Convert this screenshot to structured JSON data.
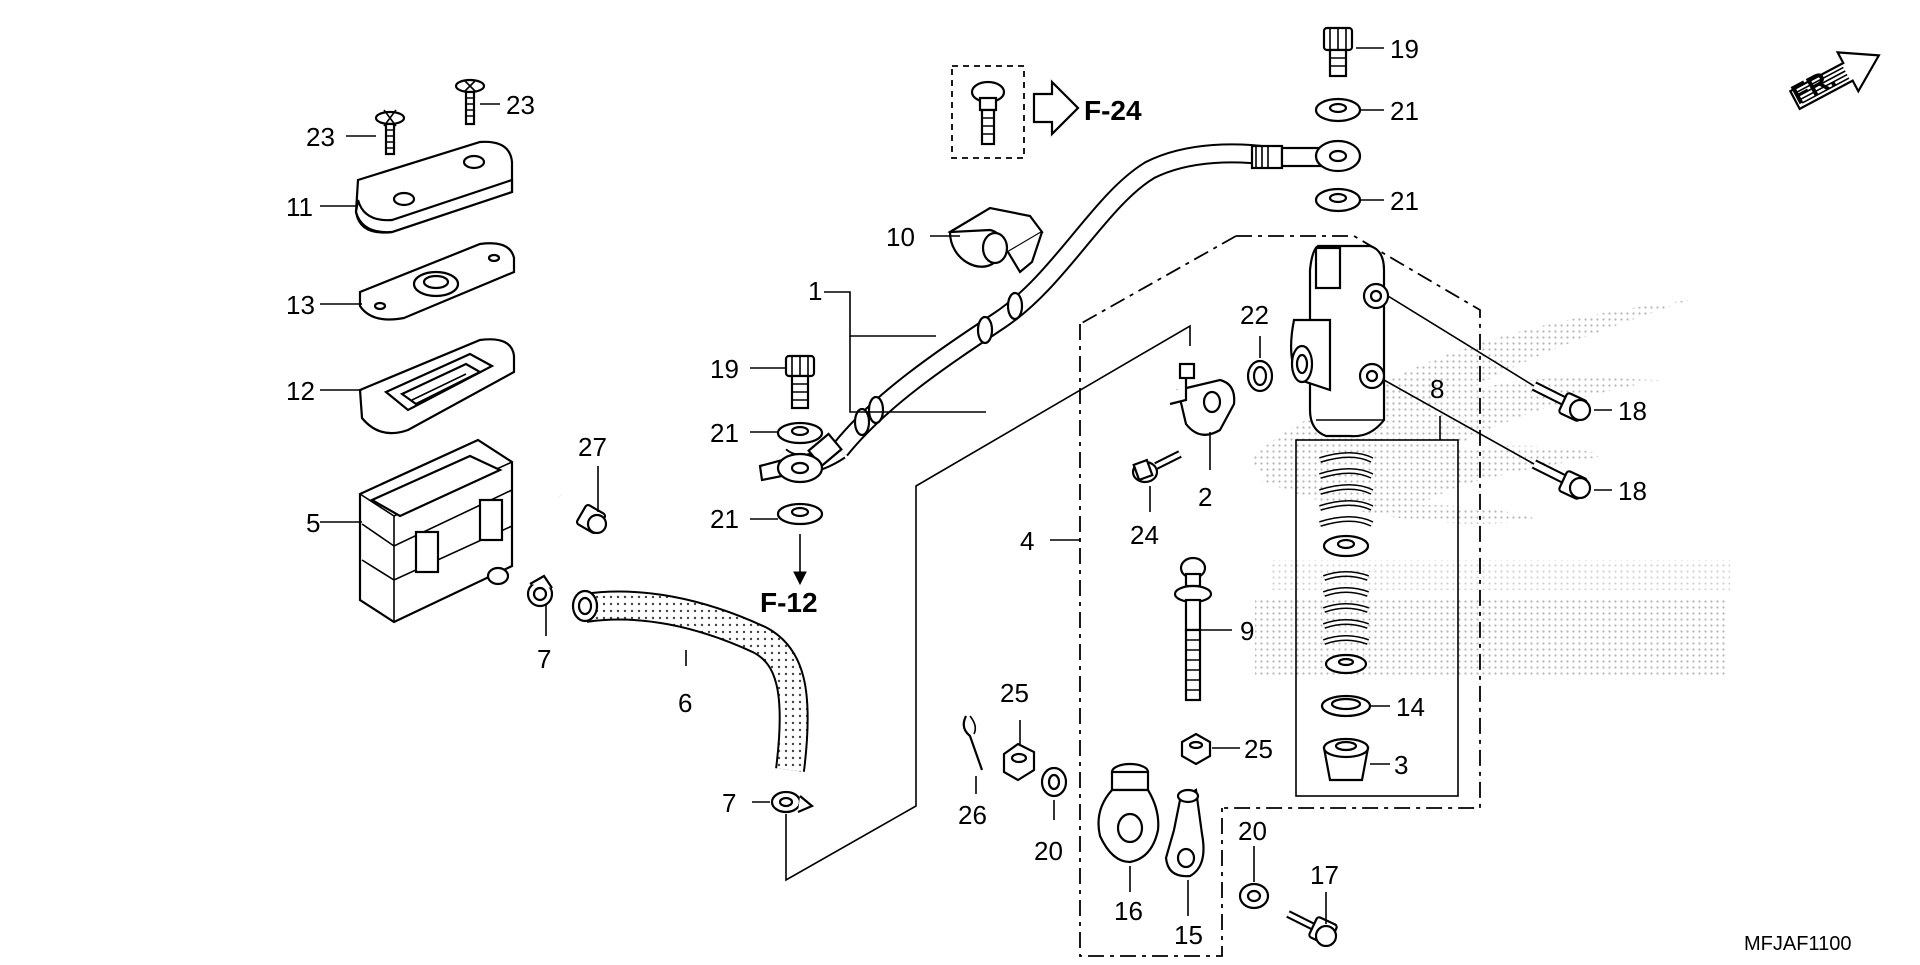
{
  "diagram": {
    "code": "MFJAF1100",
    "front_label": "FR.",
    "references": [
      "F-24",
      "F-12"
    ],
    "callouts": [
      "1",
      "2",
      "3",
      "4",
      "5",
      "6",
      "7",
      "7",
      "8",
      "9",
      "10",
      "11",
      "12",
      "13",
      "14",
      "15",
      "16",
      "17",
      "18",
      "18",
      "19",
      "19",
      "20",
      "20",
      "21",
      "21",
      "21",
      "21",
      "22",
      "23",
      "23",
      "24",
      "25",
      "25",
      "26",
      "27"
    ]
  }
}
